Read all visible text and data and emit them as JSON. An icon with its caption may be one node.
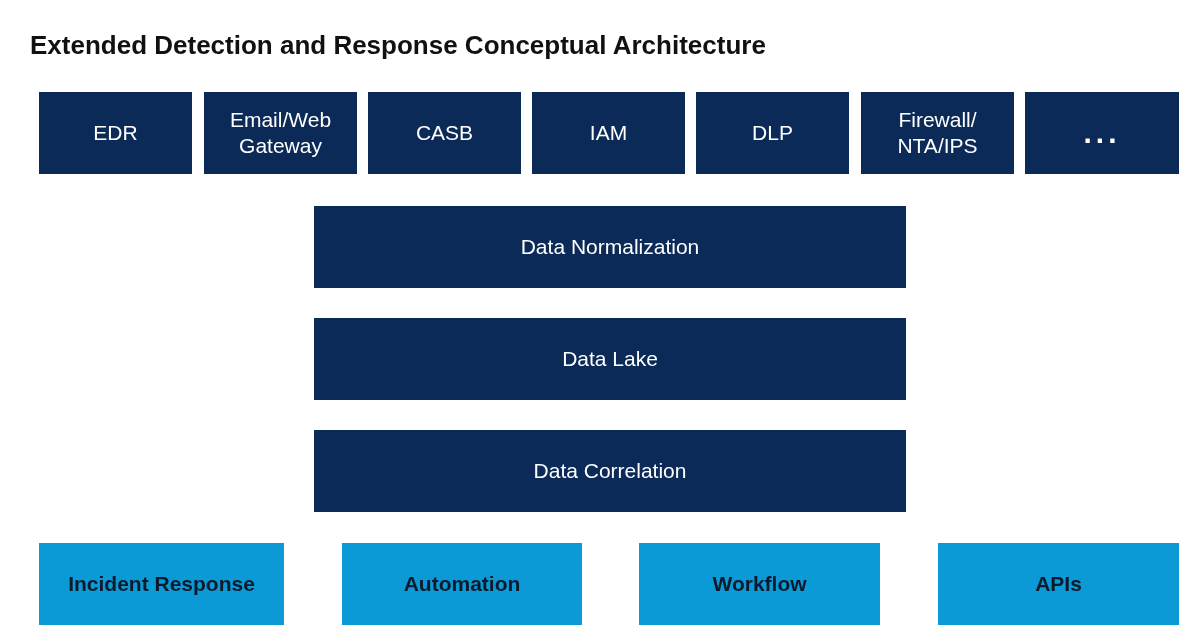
{
  "diagram": {
    "title": "Extended Detection and Response Conceptual Architecture",
    "nodes": [
      {
        "text": [
          "EDR"
        ]
      },
      {
        "text": [
          "Email/Web Gateway"
        ]
      },
      {
        "text": [
          "CASB"
        ]
      },
      {
        "text": [
          "IAM"
        ]
      },
      {
        "text": [
          "DLP"
        ]
      },
      {
        "text": [
          "Firewall/ NTA/IPS"
        ]
      },
      {
        "text": [
          "..."
        ]
      },
      {
        "text": [
          "Data Normalization"
        ]
      },
      {
        "text": [
          "Data Lake"
        ]
      },
      {
        "text": [
          "Data Correlation"
        ]
      },
      {
        "text": [
          "Incident Response"
        ]
      },
      {
        "text": [
          "Automation"
        ]
      },
      {
        "text": [
          "Workflow"
        ]
      },
      {
        "text": [
          "APIs"
        ]
      }
    ]
  }
}
